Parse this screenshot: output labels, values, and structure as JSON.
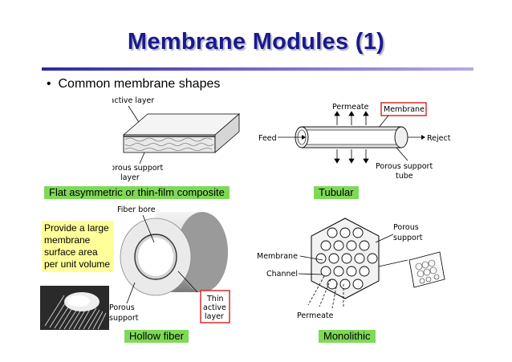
{
  "slide": {
    "title": "Membrane Modules (1)",
    "bullet": "Common membrane shapes",
    "note": "Provide a large membrane surface area per unit volume"
  },
  "flat": {
    "label_top": "Thin, active layer",
    "label_bottom_1": "Porous support",
    "label_bottom_2": "layer",
    "caption": "Flat asymmetric or thin-film composite"
  },
  "tubular": {
    "permeate": "Permeate",
    "membrane": "Membrane",
    "feed": "Feed",
    "reject": "Reject",
    "support_1": "Porous support",
    "support_2": "tube",
    "caption": "Tubular"
  },
  "hollow": {
    "fiber_bore": "Fiber bore",
    "porous_1": "Porous",
    "porous_2": "support",
    "thin_1": "Thin",
    "thin_2": "active",
    "thin_3": "layer",
    "caption": "Hollow fiber"
  },
  "mono": {
    "porous_1": "Porous",
    "porous_2": "support",
    "membrane": "Membrane",
    "channel": "Channel",
    "permeate": "Permeate",
    "caption": "Monolithic"
  },
  "colors": {
    "title": "#1a1a8c",
    "caption_bg": "#7ed957",
    "note_bg": "#ffff99",
    "highlight_box": "#d42020"
  }
}
